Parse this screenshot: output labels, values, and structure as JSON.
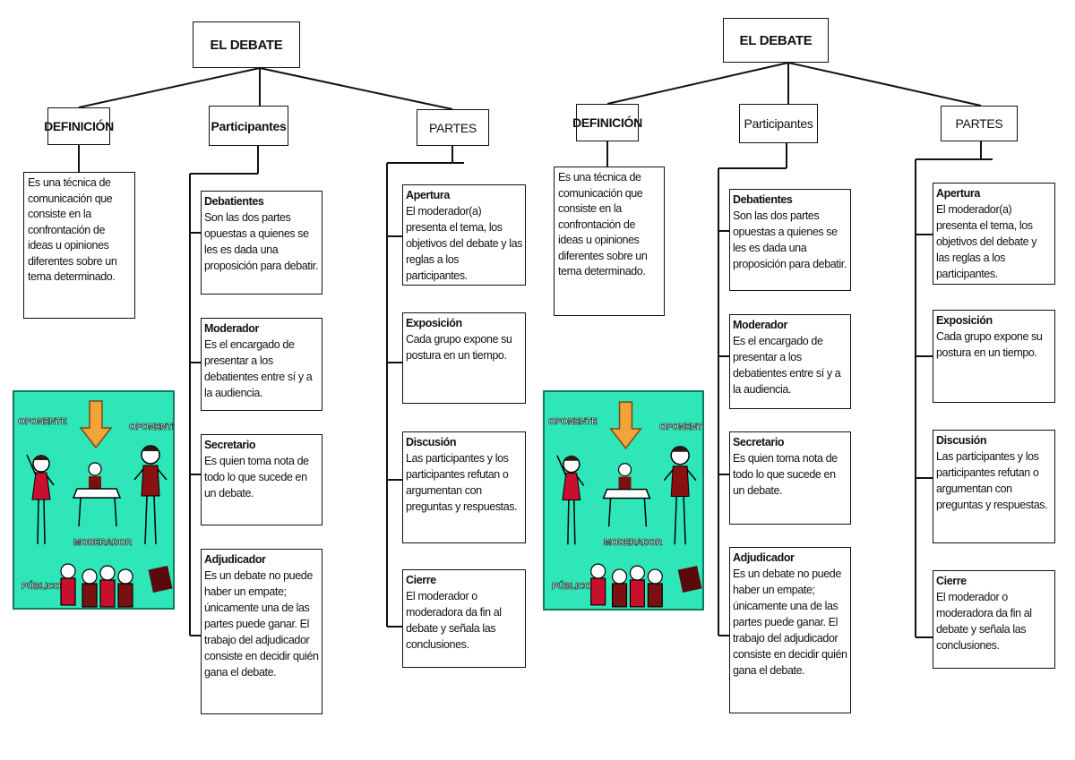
{
  "maps": [
    {
      "title": "EL DEBATE",
      "categories": {
        "definicion": "DEFINICIÓN",
        "participantes": "Participantes",
        "partes": "PARTES"
      },
      "definition": "Es una técnica de comunicación que consiste en la confrontación de ideas u opiniones diferentes sobre un tema determinado.",
      "participants": [
        {
          "name": "Debatientes",
          "text": "Son las dos partes opuestas a quienes se les es dada una proposición para debatir."
        },
        {
          "name": "Moderador",
          "text": "Es el encargado de presentar a los debatientes entre sí y a la audiencia."
        },
        {
          "name": "Secretario",
          "text": "Es quien toma nota de todo lo que sucede en un debate."
        },
        {
          "name": "Adjudicador",
          "text": "Es un debate no puede haber un empate; únicamente una de las partes puede ganar. El trabajo del adjudicador consiste en decidir quién gana el debate."
        }
      ],
      "parts": [
        {
          "name": "Apertura",
          "text": "El moderador(a) presenta el tema, los objetivos del debate y las reglas a los participantes."
        },
        {
          "name": "Exposición",
          "text": "Cada grupo expone su postura en un tiempo."
        },
        {
          "name": "Discusión",
          "text": "Las participantes y los participantes refutan o argumentan con preguntas y respuestas."
        },
        {
          "name": "Cierre",
          "text": "El moderador o moderadora da fin al debate y señala las conclusiones."
        }
      ],
      "illustration": {
        "left": "OPONENTE",
        "right": "OPONENTE",
        "center": "MODERADOR",
        "bottom": "PÚBLICO"
      }
    },
    {
      "title": "EL DEBATE",
      "categories": {
        "definicion": "DEFINICIÓN",
        "participantes": "Participantes",
        "partes": "PARTES"
      },
      "definition": "Es una técnica de comunicación que consiste en la confrontación de ideas u opiniones diferentes sobre un tema determinado.",
      "participants": [
        {
          "name": "Debatientes",
          "text": "Son las dos partes opuestas a quienes se les es dada una proposición para debatir."
        },
        {
          "name": "Moderador",
          "text": "Es el encargado de presentar a los debatientes entre sí y a la audiencia."
        },
        {
          "name": "Secretario",
          "text": "Es quien toma nota de todo lo que sucede en un debate."
        },
        {
          "name": "Adjudicador",
          "text": "Es un debate no puede haber un empate; únicamente una de las partes puede ganar. El trabajo del adjudicador consiste en decidir quién gana el debate."
        }
      ],
      "parts": [
        {
          "name": "Apertura",
          "text": "El moderador(a) presenta el tema, los objetivos del debate y las reglas a los participantes."
        },
        {
          "name": "Exposición",
          "text": "Cada grupo expone su postura en un tiempo."
        },
        {
          "name": "Discusión",
          "text": "Las participantes y los participantes refutan o argumentan con preguntas y respuestas."
        },
        {
          "name": "Cierre",
          "text": "El moderador o moderadora da fin al debate y señala las conclusiones."
        }
      ],
      "illustration": {
        "left": "OPONENTE",
        "right": "OPONENTE",
        "center": "MODERADOR",
        "bottom": "PÚBLICO"
      }
    }
  ],
  "colors": {
    "illustration_bg": "#2ee6b8",
    "arrow": "#f2a33a",
    "line": "#111111"
  }
}
